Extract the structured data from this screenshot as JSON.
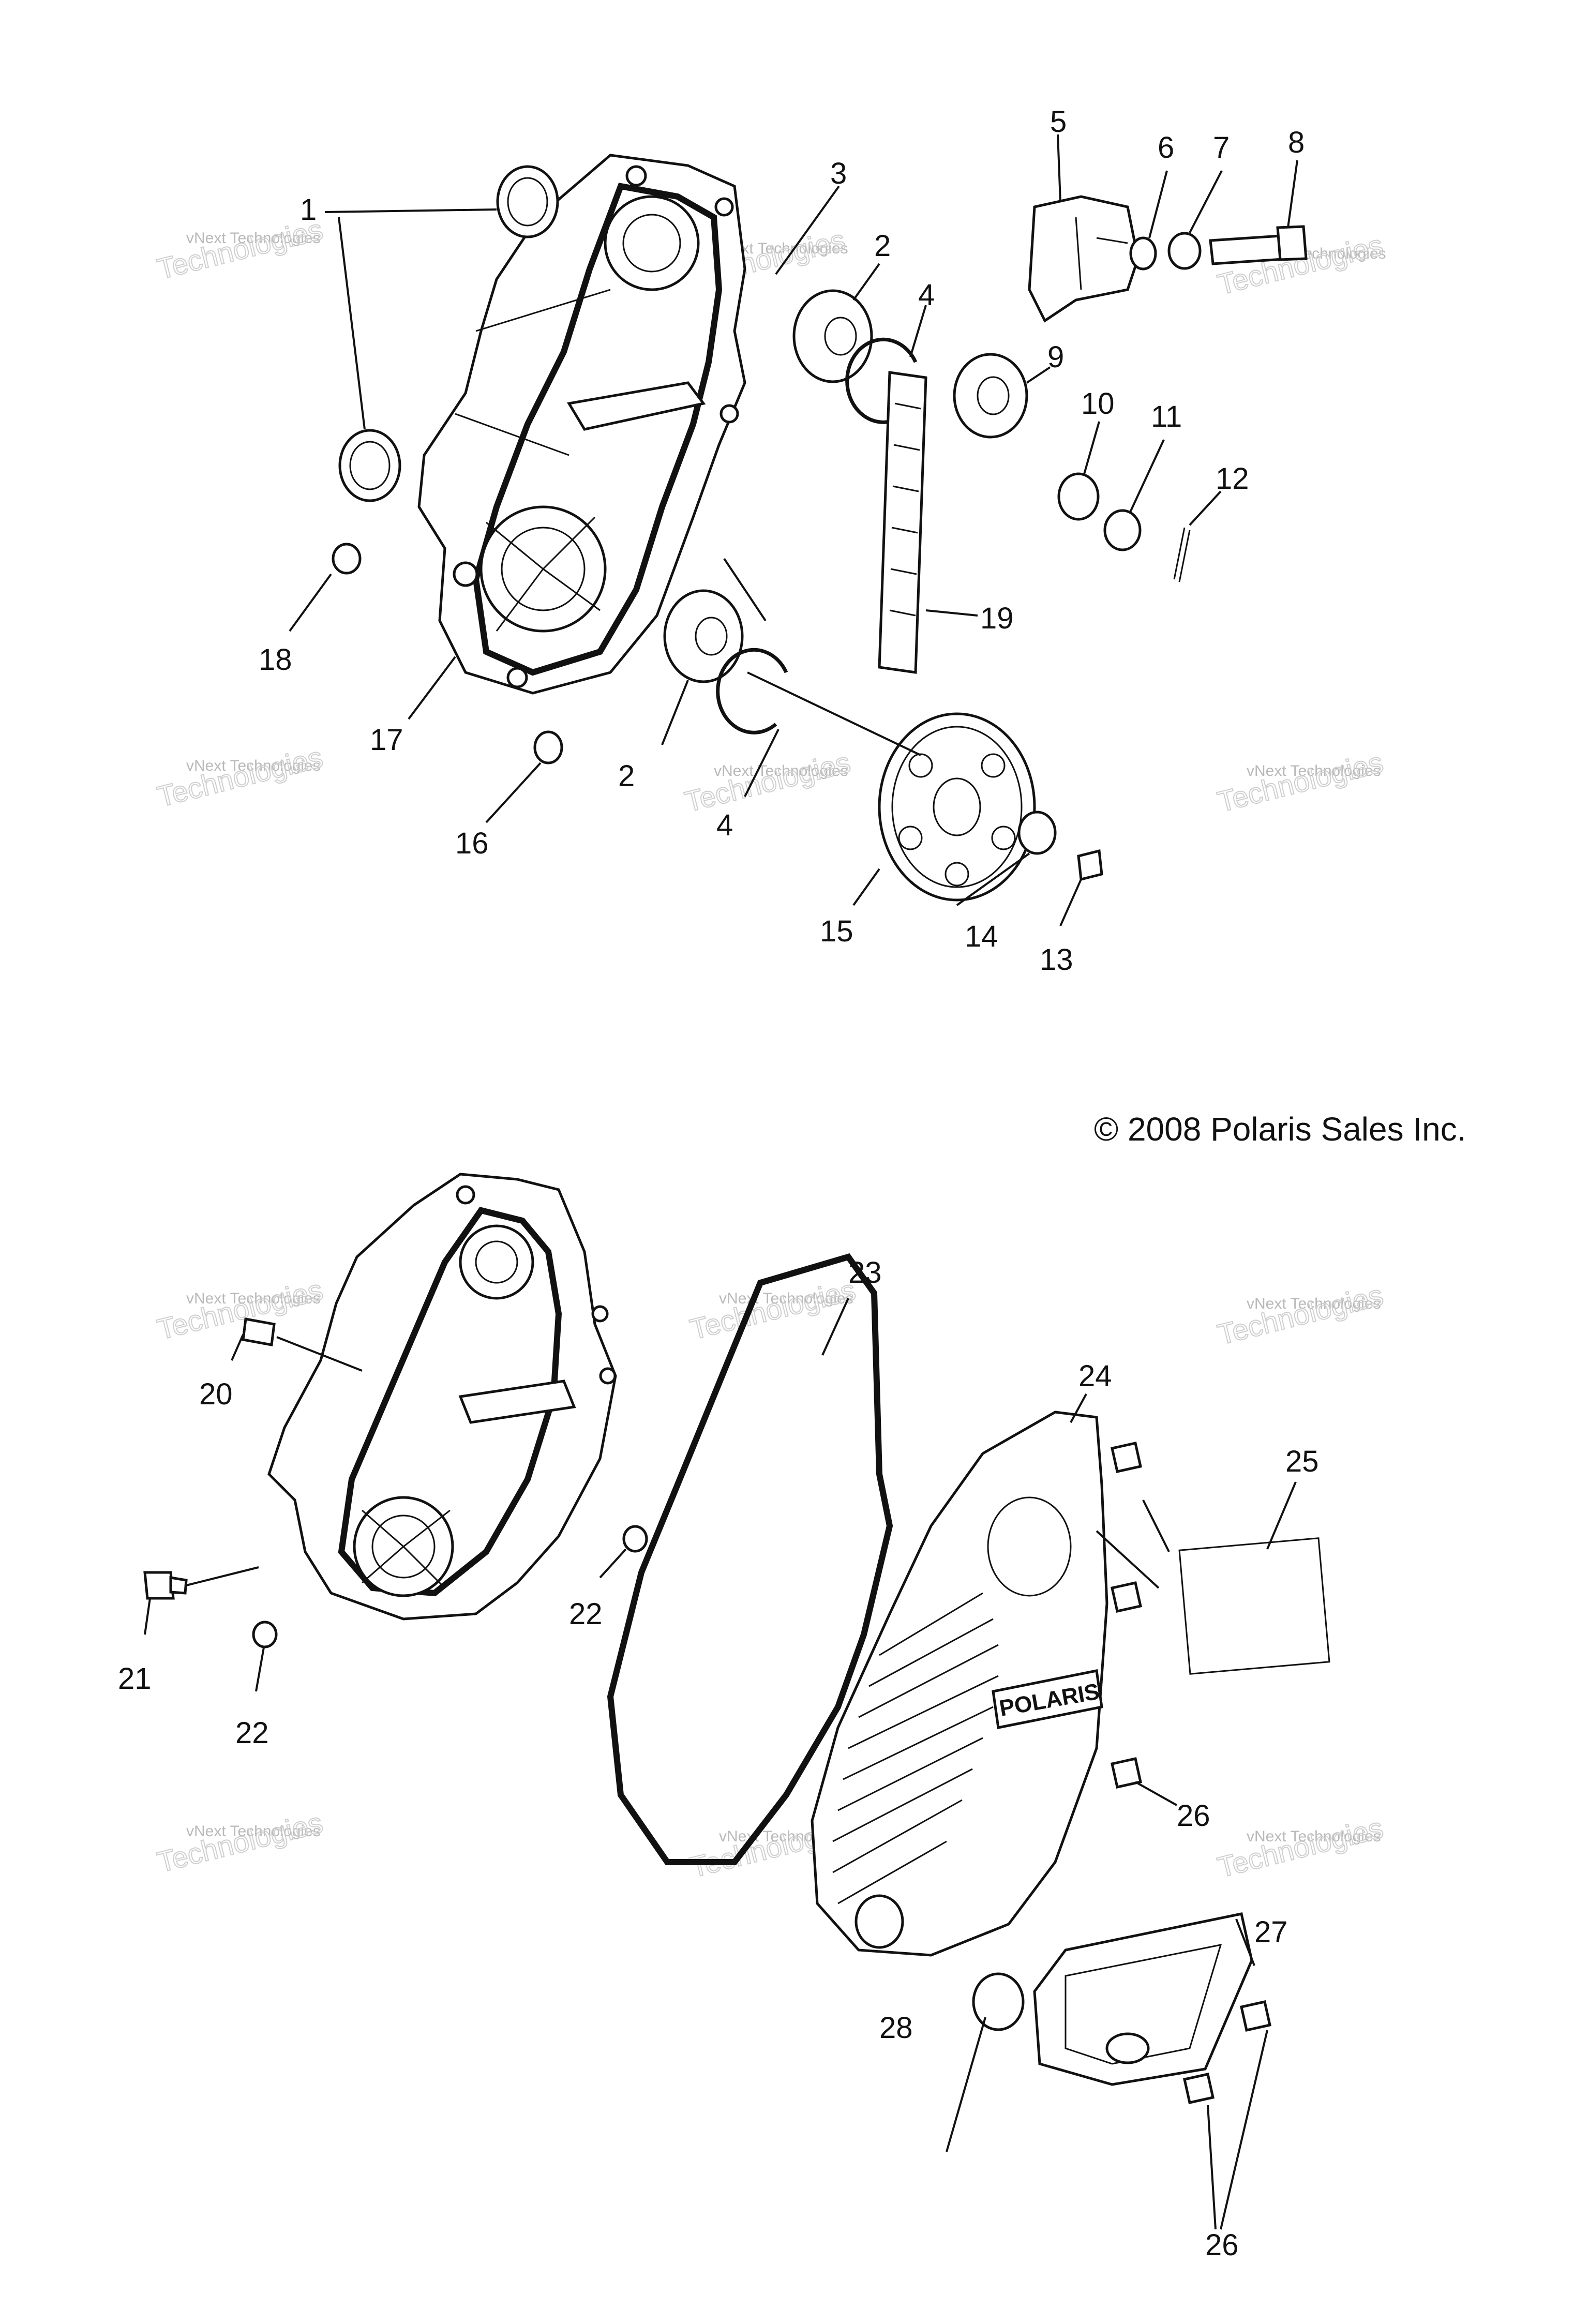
{
  "copyright": "©  2008 Polaris Sales Inc.",
  "watermark": {
    "line1": "vNext Technologies",
    "line2": "Technologies"
  },
  "cover_logo": "POLARIS",
  "callouts": [
    "1",
    "2",
    "3",
    "4",
    "5",
    "6",
    "7",
    "8",
    "9",
    "10",
    "11",
    "12",
    "13",
    "14",
    "15",
    "16",
    "17",
    "18",
    "19",
    "2",
    "4",
    "20",
    "21",
    "22",
    "22",
    "23",
    "24",
    "25",
    "26",
    "27",
    "28",
    "26"
  ]
}
